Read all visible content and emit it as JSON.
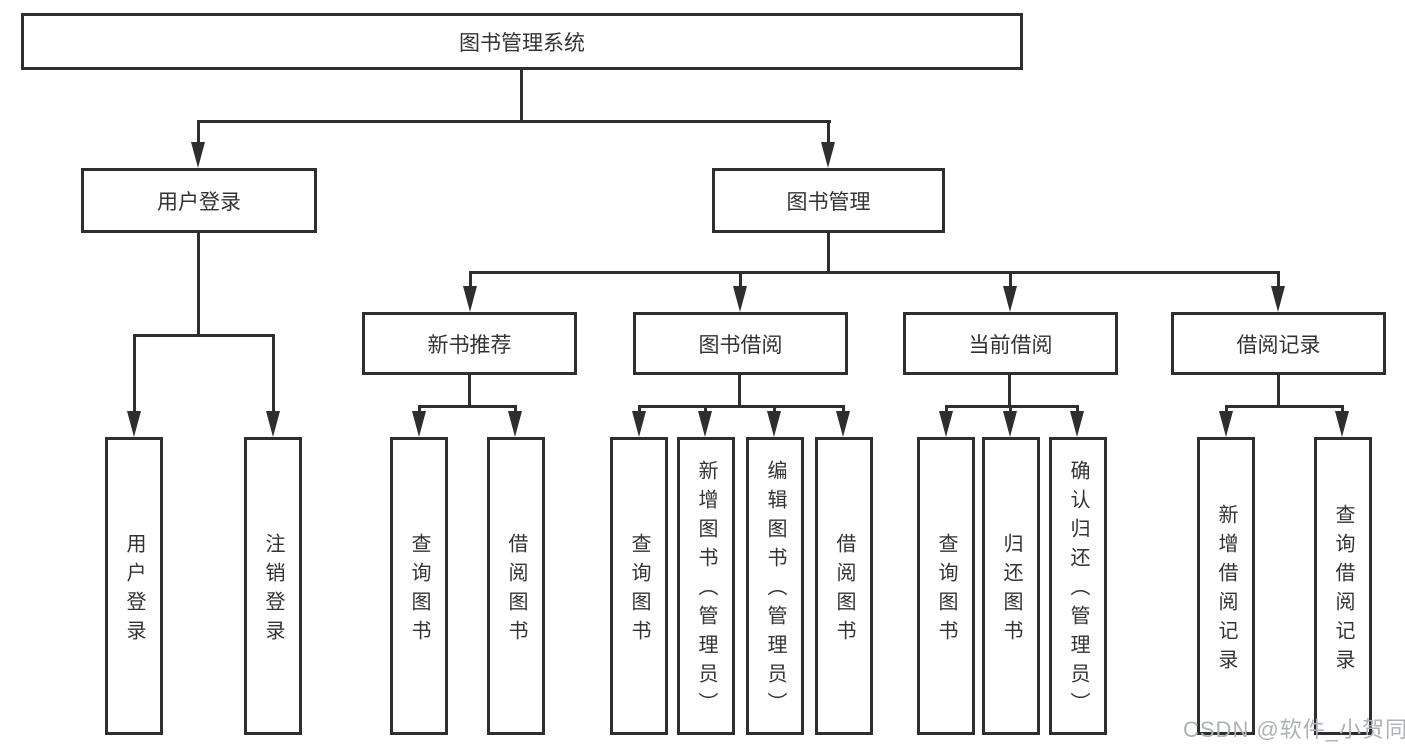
{
  "tree": {
    "label": "图书管理系统",
    "children": [
      {
        "label": "用户登录",
        "children": [
          {
            "label": "用户登录"
          },
          {
            "label": "注销登录"
          }
        ]
      },
      {
        "label": "图书管理",
        "children": [
          {
            "label": "新书推荐",
            "children": [
              {
                "label": "查询图书"
              },
              {
                "label": "借阅图书"
              }
            ]
          },
          {
            "label": "图书借阅",
            "children": [
              {
                "label": "查询图书"
              },
              {
                "label": "新增图书（管理员）"
              },
              {
                "label": "编辑图书（管理员）"
              },
              {
                "label": "借阅图书"
              }
            ]
          },
          {
            "label": "当前借阅",
            "children": [
              {
                "label": "查询图书"
              },
              {
                "label": "归还图书"
              },
              {
                "label": "确认归还（管理员）"
              }
            ]
          },
          {
            "label": "借阅记录",
            "children": [
              {
                "label": "新增借阅记录"
              },
              {
                "label": "查询借阅记录"
              }
            ]
          }
        ]
      }
    ]
  },
  "watermark": {
    "text": "CSDN @软件_小贺同学"
  },
  "colors": {
    "line": "#2e2e2e",
    "box_border": "#2e2e2e",
    "box_background": "#ffffff",
    "text": "#333333",
    "watermark": "#aeb2b6",
    "page_background": "#ffffff"
  }
}
